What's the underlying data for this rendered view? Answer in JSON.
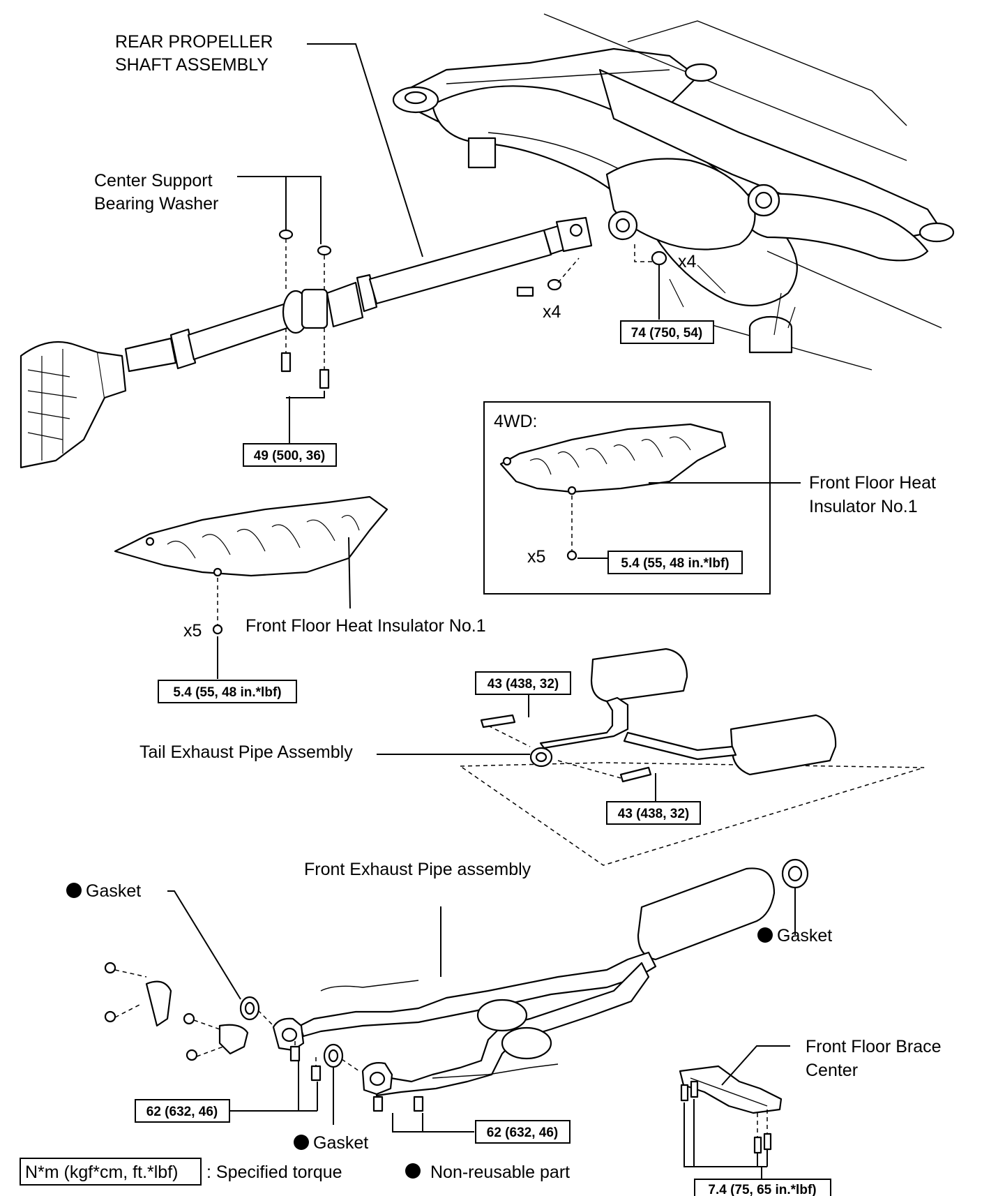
{
  "labels": {
    "rear_propeller_line1": "REAR PROPELLER",
    "rear_propeller_line2": "SHAFT ASSEMBLY",
    "center_support_line1": "Center Support",
    "center_support_line2": "Bearing Washer",
    "x4_a": "x4",
    "x4_b": "x4",
    "wd_title": "4WD:",
    "ffhi_right_line1": "Front Floor Heat",
    "ffhi_right_line2": "Insulator No.1",
    "x5_right": "x5",
    "ffhi_left": "Front Floor Heat Insulator No.1",
    "x5_left": "x5",
    "tail_exhaust": "Tail Exhaust Pipe Assembly",
    "front_exhaust": "Front Exhaust Pipe assembly",
    "gasket_top_left": "Gasket",
    "gasket_right": "Gasket",
    "gasket_bottom": "Gasket",
    "brace_line1": "Front Floor Brace",
    "brace_line2": "Center"
  },
  "torques": {
    "t74": "74 (750, 54)",
    "t49": "49 (500, 36)",
    "t54_right": "5.4 (55, 48 in.*lbf)",
    "t54_left": "5.4 (55, 48 in.*lbf)",
    "t43_top": "43 (438, 32)",
    "t43_bottom": "43 (438, 32)",
    "t62_left": "62 (632, 46)",
    "t62_right": "62 (632, 46)",
    "t74_brace": "7.4 (75, 65 in.*lbf)"
  },
  "legend": {
    "torque_unit": "N*m (kgf*cm, ft.*lbf)",
    "torque_desc": ": Specified torque",
    "nonreusable_desc": "Non-reusable part"
  }
}
